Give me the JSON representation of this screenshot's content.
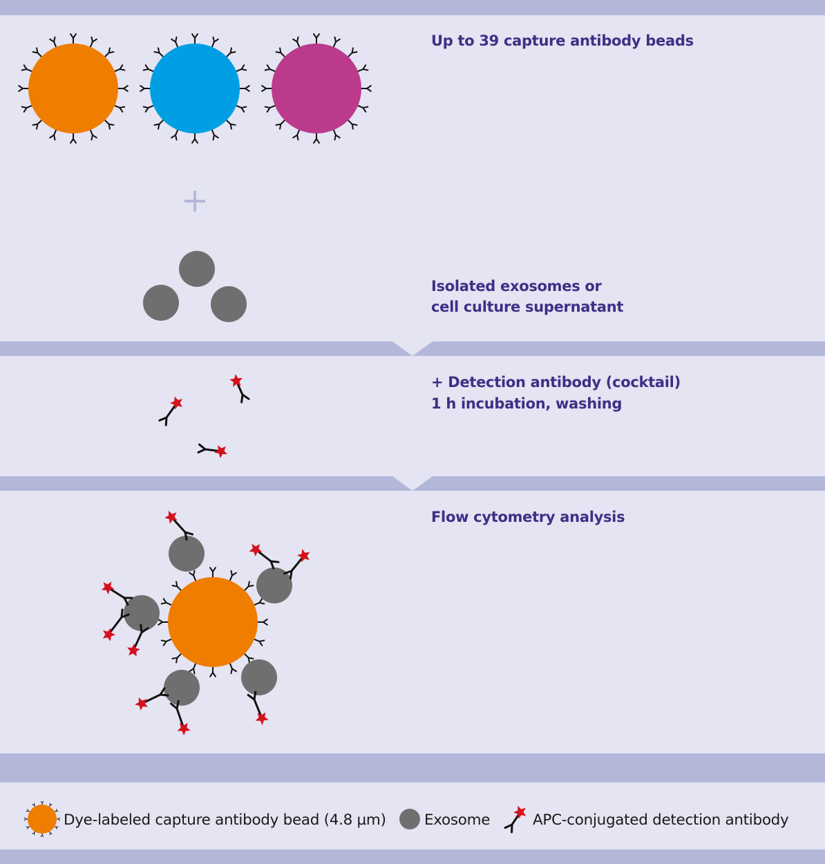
{
  "steps": {
    "step1": {
      "title": "Up to 39 capture antibody beads"
    },
    "plus": "+",
    "step2": {
      "line1": "Isolated exosomes or",
      "line2": "cell culture supernatant"
    },
    "step3": {
      "line1": "+ Detection antibody (cocktail)",
      "line2": "1 h incubation, washing"
    },
    "step4": {
      "title": "Flow cytometry analysis"
    }
  },
  "legend": {
    "bead_label": "Dye-labeled capture antibody bead (4.8 µm)",
    "exosome_label": "Exosome",
    "detection_label": "APC-conjugated detection antibody"
  },
  "colors": {
    "background": "#e4e4f2",
    "band": "#b3b8da",
    "text": "#3e2f86",
    "bead_orange": "#ef7d00",
    "bead_blue": "#009fe3",
    "bead_magenta": "#bb3a8c",
    "exosome": "#6f6f6f",
    "star": "#d4121e"
  },
  "icons": [
    "antibody-y-icon",
    "red-star-icon",
    "divider-arrow-icon"
  ]
}
